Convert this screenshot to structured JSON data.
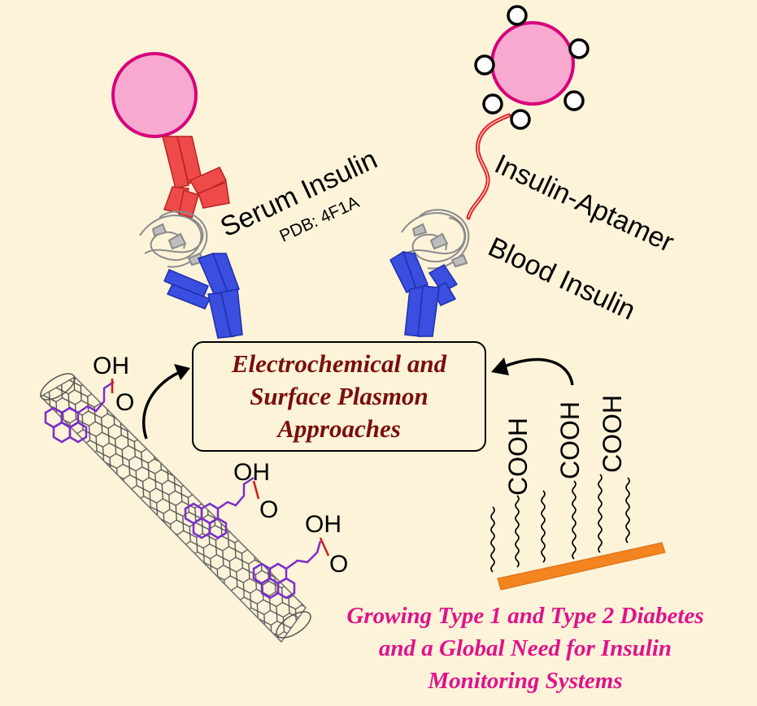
{
  "labels": {
    "serum_insulin": "Serum Insulin",
    "pdb": "PDB: 4F1A",
    "insulin_aptamer": "Insulin-Aptamer",
    "blood_insulin": "Blood Insulin"
  },
  "center_box": {
    "line1": "Electrochemical and",
    "line2": "Surface Plasmon",
    "line3": "Approaches"
  },
  "caption": {
    "line1": "Growing Type 1 and Type 2 Diabetes",
    "line2": "and a Global Need for Insulin",
    "line3": "Monitoring Systems"
  },
  "chem": {
    "oh": "OH",
    "o": "O",
    "cooh": "COOH"
  },
  "colors": {
    "background": "#fcf3d9",
    "particle": "#f7a9cf",
    "particle_outline": "#d6007a",
    "secondary_antibody": "#ef4a4a",
    "capture_antibody": "#3a4fe0",
    "pyrene": "#7a2ec8",
    "substrate": "#f4841f",
    "box_text": "#7a0d0d",
    "caption_text": "#e0128a"
  }
}
